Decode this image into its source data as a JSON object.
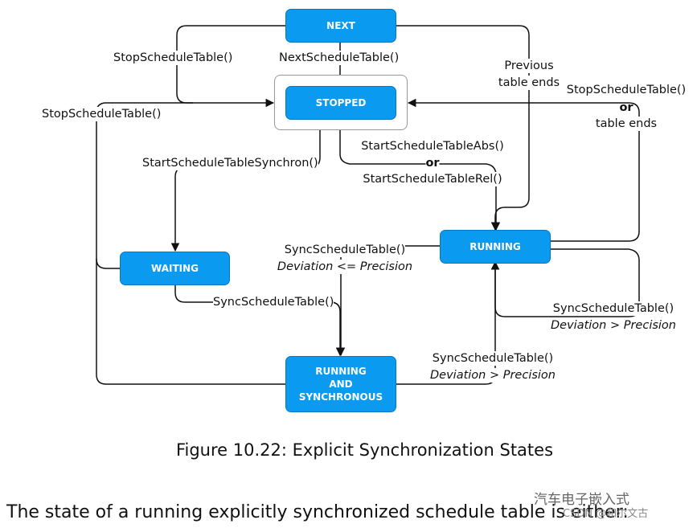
{
  "states": {
    "next": "NEXT",
    "stopped": "STOPPED",
    "running": "RUNNING",
    "waiting": "WAITING",
    "running_sync": "RUNNING\nAND\nSYNCHRONOUS"
  },
  "labels": {
    "stop_top": "StopScheduleTable()",
    "next_sched": "NextScheduleTable()",
    "previous": "Previous",
    "table_ends": "table ends",
    "stop_right": "StopScheduleTable()",
    "or_right": "or",
    "table_ends_right": "table ends",
    "stop_left": "StopScheduleTable()",
    "start_sync": "StartScheduleTableSynchron()",
    "start_abs": "StartScheduleTableAbs()",
    "or_mid": "or",
    "start_rel": "StartScheduleTableRel()",
    "sync_left": "SyncScheduleTable()",
    "dev_le": "Deviation <= Precision",
    "sync_wait": "SyncScheduleTable()",
    "sync_right": "SyncScheduleTable()",
    "dev_gt_right": "Deviation > Precision",
    "sync_bottom": "SyncScheduleTable()",
    "dev_gt_bottom": "Deviation > Precision"
  },
  "caption": "Figure 10.22: Explicit Synchronization States",
  "body_text": "The state of a running explicitly synchronized schedule table is either:",
  "watermark": "汽车电子嵌入式",
  "watermark_sub": "CSDN @和尔文古"
}
